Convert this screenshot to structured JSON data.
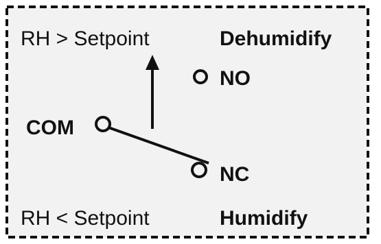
{
  "diagram": {
    "top_condition": "RH > Setpoint",
    "top_action": "Dehumidify",
    "bottom_condition": "RH < Setpoint",
    "bottom_action": "Humidify",
    "terminals": {
      "no": "NO",
      "com": "COM",
      "nc": "NC"
    }
  },
  "colors": {
    "background": "#f2f2f2",
    "border": "#111111",
    "ink": "#111111"
  }
}
